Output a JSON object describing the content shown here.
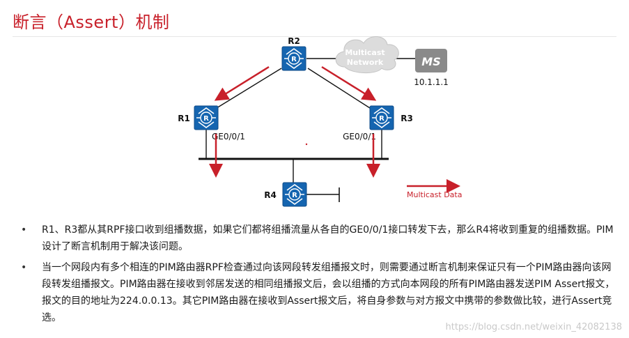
{
  "title": "断言（Assert）机制",
  "diagram": {
    "routers": {
      "r1": "R1",
      "r2": "R2",
      "r3": "R3",
      "r4": "R4"
    },
    "interfaces": {
      "r1": "GE0/0/1",
      "r3": "GE0/0/1"
    },
    "cloud_label": {
      "line1": "Multicast",
      "line2": "Network"
    },
    "server_label": "MS",
    "server_ip": "10.1.1.1",
    "legend_label": "Multicast Data"
  },
  "colors": {
    "title": "#c8202a",
    "arrow": "#c8202a",
    "router_fill": "#1565b0",
    "router_mark": "#ffffff",
    "server": "#8a8a8a",
    "cloud": "#dcdcdc"
  },
  "bullets": [
    "R1、R3都从其RPF接口收到组播数据，如果它们都将组播流量从各自的GE0/0/1接口转发下去，那么R4将收到重复的组播数据。PIM设计了断言机制用于解决该问题。",
    "当一个网段内有多个相连的PIM路由器RPF检查通过向该网段转发组播报文时，则需要通过断言机制来保证只有一个PIM路由器向该网段转发组播报文。PIM路由器在接收到邻居发送的相同组播报文后，会以组播的方式向本网段的所有PIM路由器发送PIM Assert报文，报文的目的地址为224.0.0.13。其它PIM路由器在接收到Assert报文后，将自身参数与对方报文中携带的参数做比较，进行Assert竞选。"
  ],
  "watermark": "https://blog.csdn.net/weixin_42082138"
}
